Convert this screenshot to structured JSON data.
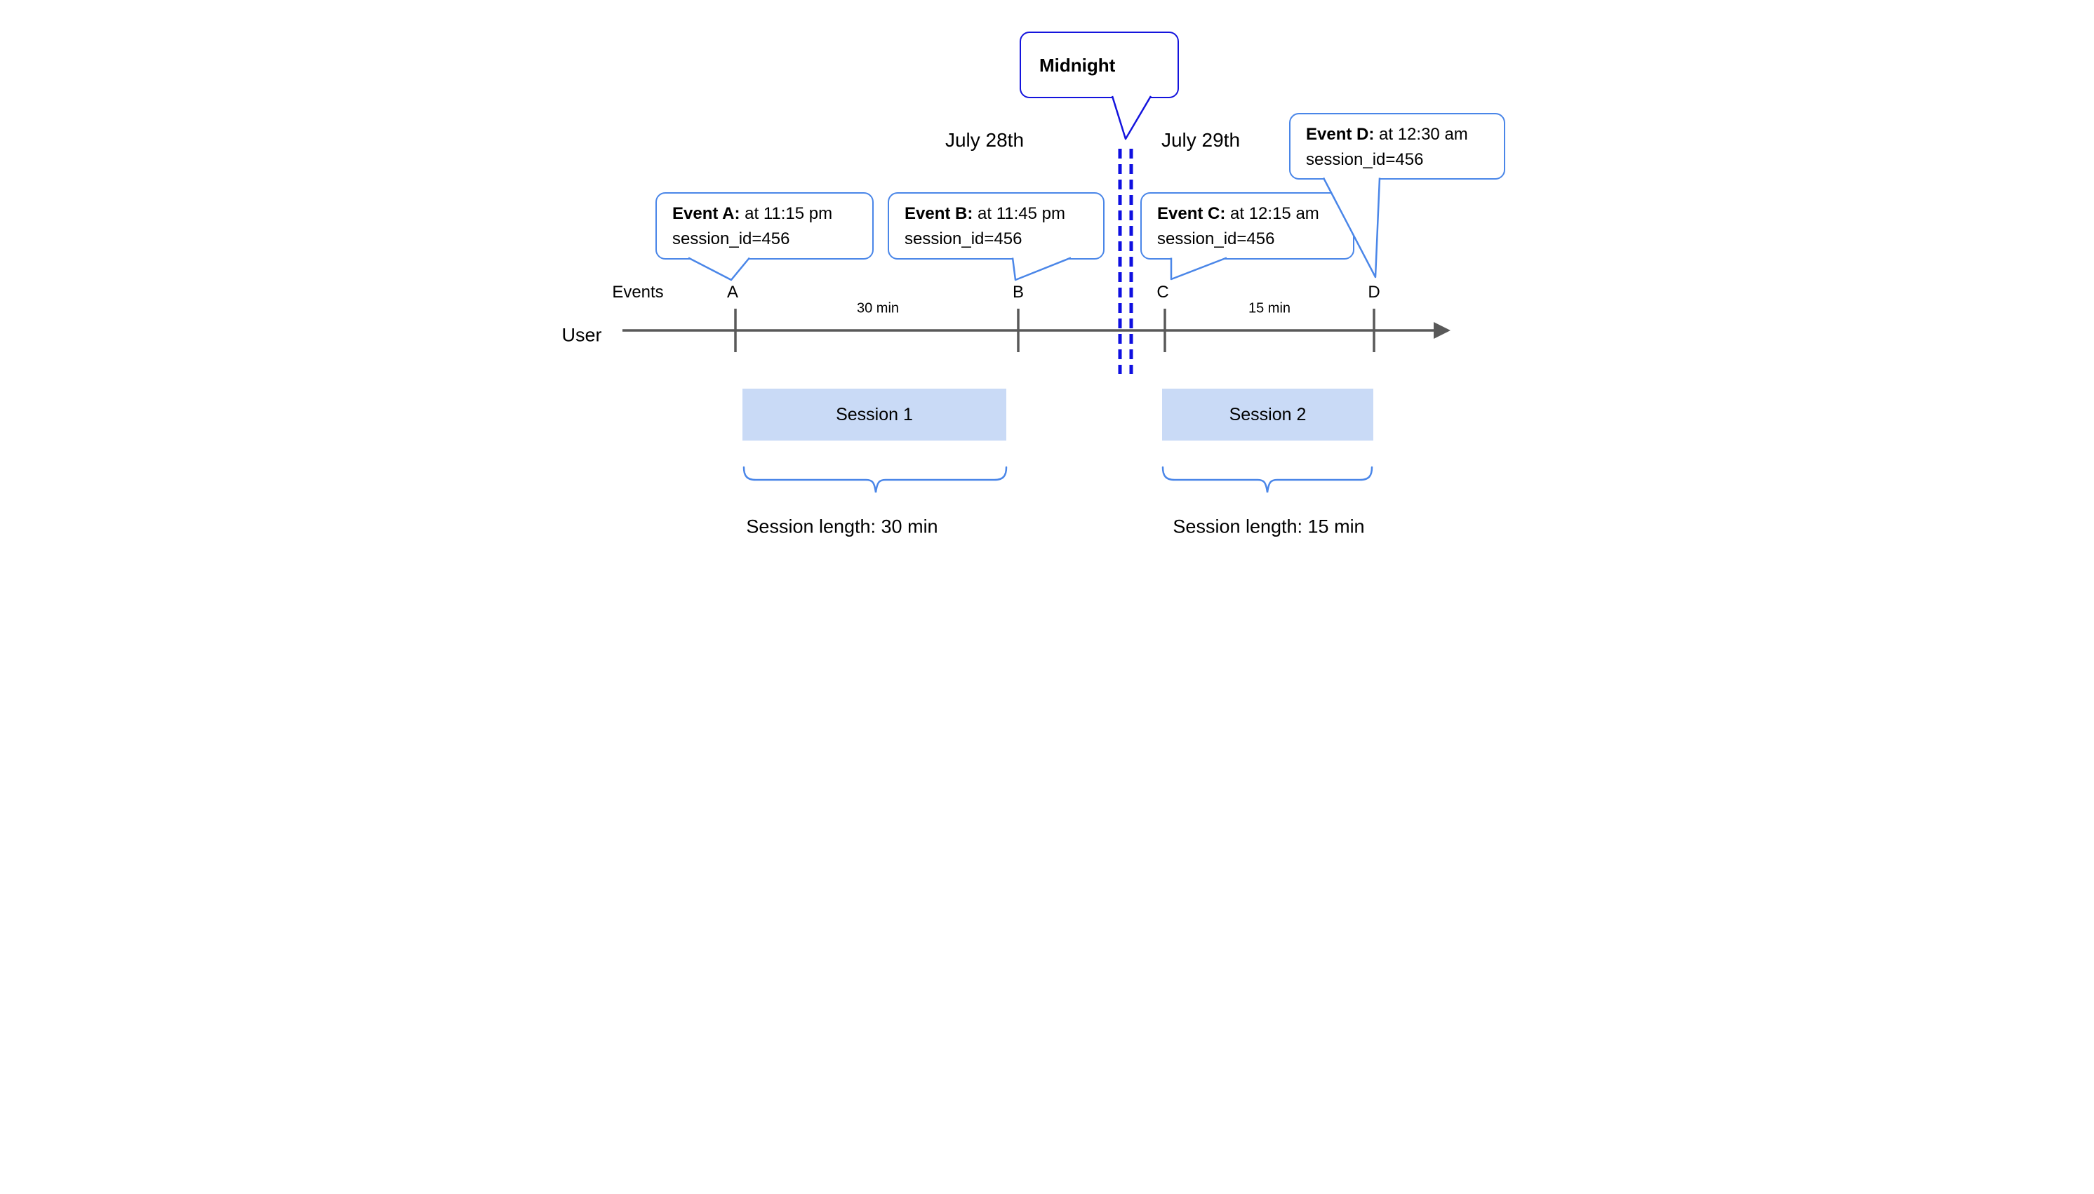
{
  "diagram": {
    "dates": {
      "before_midnight": "July 28th",
      "after_midnight": "July 29th"
    },
    "midnight": {
      "label": "Midnight"
    },
    "axis": {
      "row_label": "Events",
      "line_label": "User"
    },
    "events": [
      {
        "tick": "A",
        "title": "Event A:",
        "time": " at 11:15 pm",
        "detail": "session_id=456"
      },
      {
        "tick": "B",
        "title": "Event B:",
        "time": " at 11:45 pm",
        "detail": "session_id=456"
      },
      {
        "tick": "C",
        "title": "Event C:",
        "time": " at 12:15 am",
        "detail": "session_id=456"
      },
      {
        "tick": "D",
        "title": "Event D:",
        "time": " at 12:30 am",
        "detail": "session_id=456"
      }
    ],
    "gaps": [
      {
        "label": "30 min"
      },
      {
        "label": "15 min"
      }
    ],
    "sessions": [
      {
        "name": "Session 1",
        "length": "Session length: 30 min"
      },
      {
        "name": "Session 2",
        "length": "Session length: 15 min"
      }
    ],
    "colors": {
      "callout_border": "#4a86e8",
      "midnight_border": "#1414dd",
      "midnight_dashes": "#0f0fe0",
      "axis_gray": "#595959",
      "session_fill": "#c9daf6"
    }
  }
}
